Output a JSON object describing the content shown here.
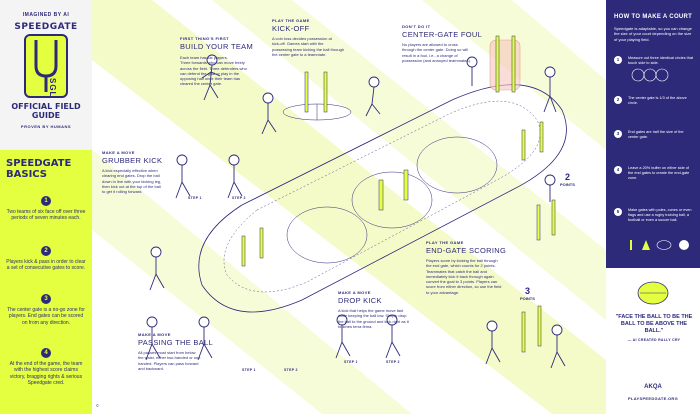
{
  "header": {
    "imagined_by": "IMAGINED BY AI",
    "logo_title": "SPEEDGATE",
    "logo_letters": "SGL",
    "field_guide": "OFFICIAL FIELD GUIDE",
    "proven_by": "PROVEN BY HUMANS"
  },
  "basics": {
    "title": "SPEEDGATE BASICS",
    "items": [
      {
        "num": "1",
        "text": "Two teams of six face off over three periods of seven minutes each."
      },
      {
        "num": "2",
        "text": "Players kick & pass in order to clear a set of consecutive gates to score."
      },
      {
        "num": "3",
        "text": "The center gate is a no-go zone for players. End gates can be scored on from any direction."
      },
      {
        "num": "4",
        "text": "At the end of the game, the team with the highest score claims victory, bragging rights & serious Speedgate cred."
      }
    ]
  },
  "sections": {
    "first_thing": {
      "label": "FIRST THING'S FIRST",
      "title": "BUILD YOUR TEAM",
      "body": [
        "Each team has six players.",
        "Three forwards who can move freely",
        "across the field. Three defenders who",
        "can defend the goal or play in the",
        "opposing half once their team has",
        "cleared the center gate."
      ]
    },
    "kickoff": {
      "label": "PLAY THE GAME",
      "title": "KICK-OFF",
      "body": [
        "A coin toss decides possession at",
        "kick-off. Games start with the",
        "possessing team kicking the ball through",
        "the center gate to a teammate."
      ]
    },
    "foul": {
      "label": "DON'T DO IT",
      "title": "CENTER-GATE FOUL",
      "body": [
        "No players are allowed to cross",
        "through the center gate. Doing so will",
        "result in a foul, i.e., a change of",
        "possession (and annoyed teammates)."
      ]
    },
    "grubber": {
      "label": "MAKE A MOVE",
      "title": "GRUBBER KICK",
      "body": [
        "A kick especially effective when",
        "clearing end gates. Drop the ball",
        "down in line with your kicking leg,",
        "then kick out at the top of the ball",
        "to get it rolling forward."
      ],
      "step1": "STEP 1",
      "step2": "STEP 2"
    },
    "endgate": {
      "label": "PLAY THE GAME",
      "title": "END-GATE SCORING",
      "body": [
        "Players score by kicking the ball through",
        "the end gate, which counts for 2 points.",
        "Teammates that catch the ball and",
        "immediately kick it back through again",
        "convert the goal to 3 points. Players can",
        "score from either direction, so use the field",
        "to your advantage."
      ],
      "points2": {
        "num": "2",
        "label": "POINTS"
      },
      "points3": {
        "num": "3",
        "label": "POINTS"
      }
    },
    "passing": {
      "label": "MAKE A MOVE",
      "title": "PASSING THE BALL",
      "body": [
        "All passes must start from below",
        "the waist, either two-handed or one",
        "handed. Players can pass forward",
        "and backward."
      ],
      "step1": "STEP 1",
      "step2": "STEP 2"
    },
    "dropkick": {
      "label": "MAKE A MOVE",
      "title": "DROP KICK",
      "body": [
        "A kick that helps the game move fast",
        "while keeping the ball low. Simply drop",
        "the ball to the ground and kick right as it",
        "touches terra firma."
      ],
      "step1": "STEP 1",
      "step2": "STEP 2"
    }
  },
  "court": {
    "title": "HOW TO MAKE A COURT",
    "intro": "Speedgate is adaptable, so you can change the size of your court depending on the size of your playing field.",
    "steps": [
      {
        "num": "1",
        "text": "Measure out three identical circles that touch side to side."
      },
      {
        "num": "2",
        "text": "The center gate is 1/3 of the above circle."
      },
      {
        "num": "3",
        "text": "End gates are half the size of the center gate."
      },
      {
        "num": "4",
        "text": "Leave a 20% buffer on either side of the end gates to create the end-gate zone."
      },
      {
        "num": "5",
        "text": "Make gates with poles, cones or even flags and use a rugby training ball, a football or even a soccer ball."
      }
    ]
  },
  "quote": {
    "text": "\"FACE THE BALL TO BE THE BALL TO BE ABOVE THE BALL.\"",
    "credit": "— AI CREATED RALLY CRY"
  },
  "footer": {
    "akqa": "AKQA",
    "website": "PLAYSPEEDGATE.ORG",
    "copyright": "©"
  },
  "colors": {
    "navy": "#2d2a7a",
    "lime": "#e3ff3f",
    "pale_lime": "#f4fbc9",
    "gray": "#f4f4f4"
  }
}
